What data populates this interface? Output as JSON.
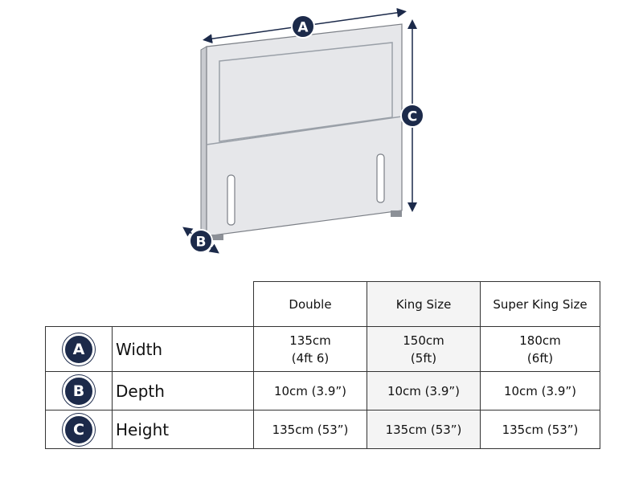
{
  "colors": {
    "badge": "#1c2a4a",
    "headboard_fill": "#e6e7ea",
    "headboard_outline": "#7b7f86",
    "highlight_column": "#f4f4f4"
  },
  "diagram": {
    "badge_a": "A",
    "badge_b": "B",
    "badge_c": "C"
  },
  "table": {
    "columns": [
      "Double",
      "King Size",
      "Super King Size"
    ],
    "rows": [
      {
        "badge": "A",
        "label": "Width",
        "values": [
          [
            "135cm",
            "(4ft 6)"
          ],
          [
            "150cm",
            "(5ft)"
          ],
          [
            "180cm",
            "(6ft)"
          ]
        ]
      },
      {
        "badge": "B",
        "label": "Depth",
        "values": [
          [
            "10cm (3.9”)"
          ],
          [
            "10cm (3.9”)"
          ],
          [
            "10cm (3.9”)"
          ]
        ]
      },
      {
        "badge": "C",
        "label": "Height",
        "values": [
          [
            "135cm (53”)"
          ],
          [
            "135cm (53”)"
          ],
          [
            "135cm (53”)"
          ]
        ]
      }
    ]
  }
}
